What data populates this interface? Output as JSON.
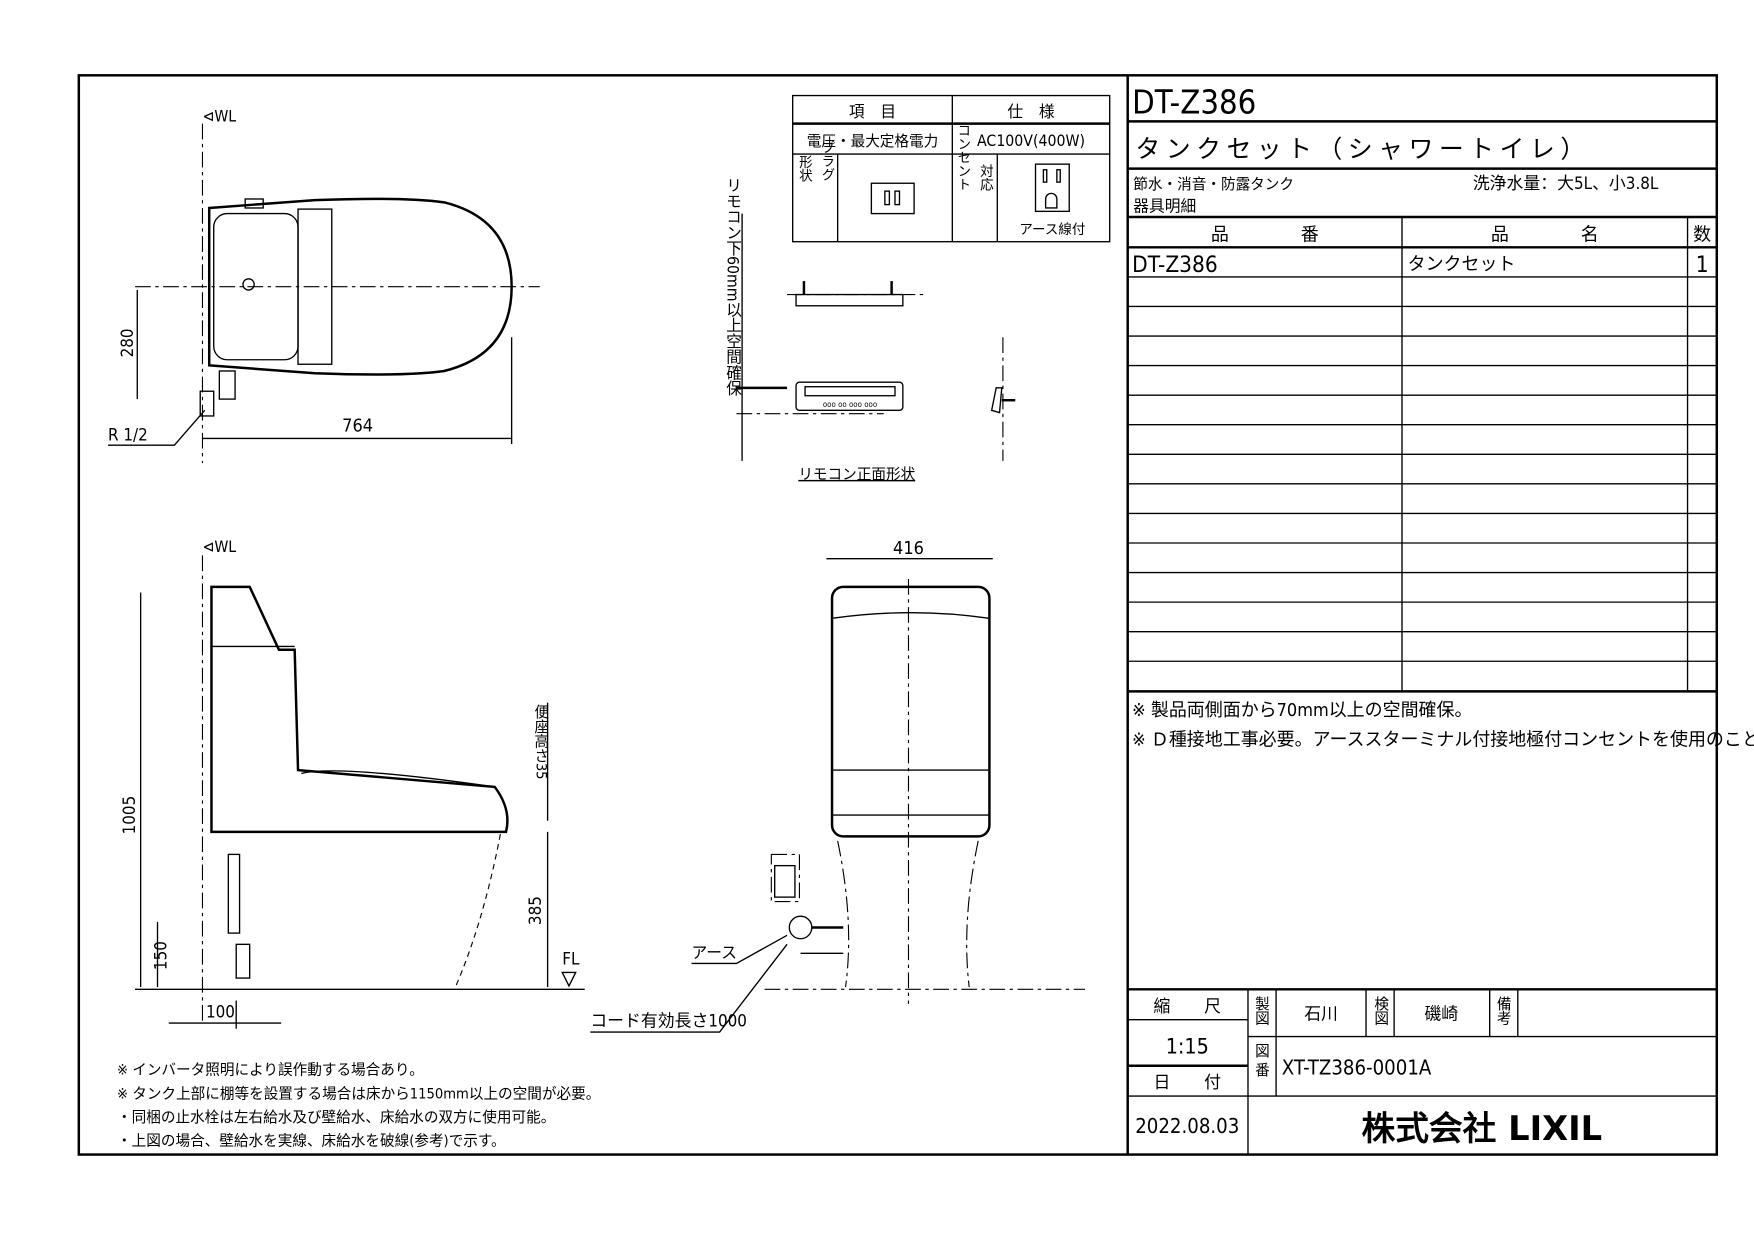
{
  "title_block": {
    "model": "DT-Z386",
    "product_title": "タンクセット（シャワートイレ）",
    "features": "節水・消音・防露タンク",
    "flush_volume": "洗浄水量：大5L、小3.8L",
    "parts_list_label": "器具明細",
    "columns": {
      "part_no": "品　　　　番",
      "part_name": "品　　　　名",
      "qty": "数"
    },
    "rows": [
      {
        "part_no": "DT-Z386",
        "part_name": "タンクセット",
        "qty": "1"
      }
    ],
    "notes": [
      "※ 製品両側面から70mm以上の空間確保。",
      "※ Ｄ種接地工事必要。アーススターミナル付接地極付コンセントを使用のこと。"
    ],
    "scale_label": "縮　　尺",
    "scale_value": "1:15",
    "date_label": "日　　付",
    "date_value": "2022.08.03",
    "drawn_label": "製図",
    "drawn_by": "石川",
    "checked_label": "検図",
    "checked_by": "磯崎",
    "remarks_label": "備考",
    "drawing_no_label": "図番",
    "drawing_no": "XT-TZ386-0001A",
    "company": "株式会社 LIXIL"
  },
  "spec_table": {
    "header_item": "項　目",
    "header_spec": "仕　様",
    "row1_item": "電圧・最大定格電力",
    "row1_spec": "AC100V(400W)",
    "shape_label": "形状",
    "plug_label": "プラグ",
    "outlet_label": "コンセント",
    "compatible_label": "対応",
    "earth_label": "アース線付"
  },
  "drawing": {
    "wl_label": "WL",
    "dim_280": "280",
    "dim_764": "764",
    "dim_r12": "R 1/2",
    "remote_clearance": "リモコン下60mm以上空間確保",
    "remote_front": "リモコン正面形状",
    "dim_416": "416",
    "dim_1005": "1005",
    "dim_385": "385",
    "dim_150": "150",
    "dim_100": "100",
    "seat_height": "便座高さ35",
    "fl_label": "FL",
    "earth_callout": "アース",
    "cord_callout": "コード有効長さ1000"
  },
  "footnotes": [
    "※ インバータ照明により誤作動する場合あり。",
    "※ タンク上部に棚等を設置する場合は床から1150mm以上の空間が必要。",
    "・同梱の止水栓は左右給水及び壁給水、床給水の双方に使用可能。",
    "・上図の場合、壁給水を実線、床給水を破線(参考)で示す。"
  ]
}
